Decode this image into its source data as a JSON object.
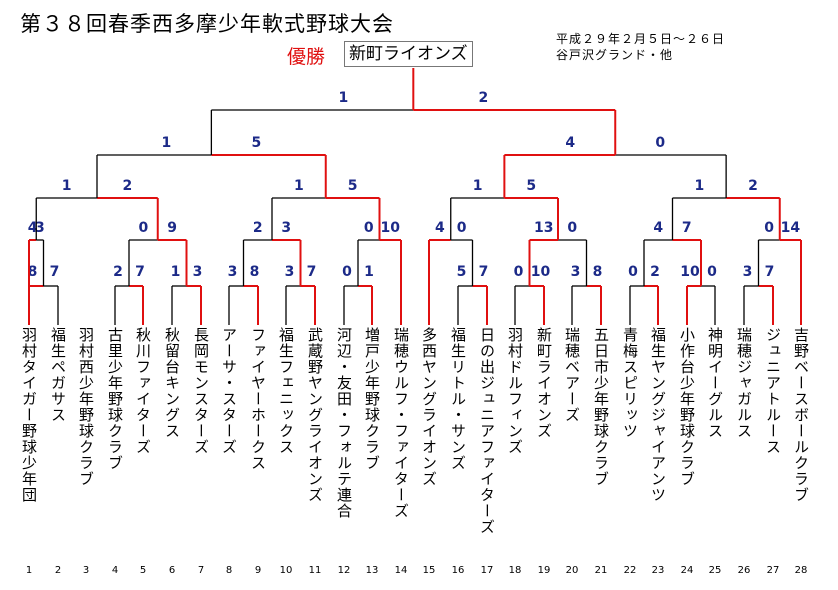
{
  "header": {
    "title": "第３８回春季西多摩少年軟式野球大会",
    "winner_label": "優勝",
    "winner_team": "新町ライオンズ",
    "date": "平成２９年２月５日～２６日",
    "venue": "谷戸沢グランド・他"
  },
  "colors": {
    "win_line": "#e01010",
    "lose_line": "#000000",
    "score": "#1c2a88"
  },
  "teams": [
    {
      "num": "1",
      "name": "羽村タイガー野球少年団"
    },
    {
      "num": "2",
      "name": "福生ペガサス"
    },
    {
      "num": "3",
      "name": "羽村西少年野球クラブ"
    },
    {
      "num": "4",
      "name": "古里少年野球クラブ"
    },
    {
      "num": "5",
      "name": "秋川ファイターズ"
    },
    {
      "num": "6",
      "name": "秋留台キングス"
    },
    {
      "num": "7",
      "name": "長岡モンスターズ"
    },
    {
      "num": "8",
      "name": "アーサ・スターズ"
    },
    {
      "num": "9",
      "name": "ファイヤーホークス"
    },
    {
      "num": "10",
      "name": "福生フェニックス"
    },
    {
      "num": "11",
      "name": "武蔵野ヤングライオンズ"
    },
    {
      "num": "12",
      "name": "河辺・友田・フォルテ連合"
    },
    {
      "num": "13",
      "name": "増戸少年野球クラブ"
    },
    {
      "num": "14",
      "name": "瑞穂ウルフ・ファイターズ"
    },
    {
      "num": "15",
      "name": "多西ヤングライオンズ"
    },
    {
      "num": "16",
      "name": "福生リトル・サンズ"
    },
    {
      "num": "17",
      "name": "日の出ジュニアファイターズ"
    },
    {
      "num": "18",
      "name": "羽村ドルフィンズ"
    },
    {
      "num": "19",
      "name": "新町ライオンズ"
    },
    {
      "num": "20",
      "name": "瑞穂ベアーズ"
    },
    {
      "num": "21",
      "name": "五日市少年野球クラブ"
    },
    {
      "num": "22",
      "name": "青梅スピリッツ"
    },
    {
      "num": "23",
      "name": "福生ヤングジャイアンツ"
    },
    {
      "num": "24",
      "name": "小作台少年野球クラブ"
    },
    {
      "num": "25",
      "name": "神明イーグルス"
    },
    {
      "num": "26",
      "name": "瑞穂ジャガルス"
    },
    {
      "num": "27",
      "name": "ジュニアトルース"
    },
    {
      "num": "28",
      "name": "吉野ベースボールクラブ"
    }
  ],
  "matches": [
    {
      "round": 1,
      "a": 1,
      "b": 2,
      "score_a": "8",
      "score_b": "7",
      "winner": "a"
    },
    {
      "round": 1,
      "a": 4,
      "b": 5,
      "score_a": "2",
      "score_b": "7",
      "winner": "b"
    },
    {
      "round": 1,
      "a": 6,
      "b": 7,
      "score_a": "1",
      "score_b": "3",
      "winner": "b"
    },
    {
      "round": 1,
      "a": 8,
      "b": 9,
      "score_a": "3",
      "score_b": "8",
      "winner": "b"
    },
    {
      "round": 1,
      "a": 10,
      "b": 11,
      "score_a": "3",
      "score_b": "7",
      "winner": "b"
    },
    {
      "round": 1,
      "a": 12,
      "b": 13,
      "score_a": "0",
      "score_b": "1",
      "winner": "b"
    },
    {
      "round": 1,
      "a": 16,
      "b": 17,
      "score_a": "5",
      "score_b": "7",
      "winner": "b"
    },
    {
      "round": 1,
      "a": 18,
      "b": 19,
      "score_a": "0",
      "score_b": "10",
      "winner": "b"
    },
    {
      "round": 1,
      "a": 20,
      "b": 21,
      "score_a": "3",
      "score_b": "8",
      "winner": "b"
    },
    {
      "round": 1,
      "a": 22,
      "b": 23,
      "score_a": "0",
      "score_b": "2",
      "winner": "b"
    },
    {
      "round": 1,
      "a": 24,
      "b": 25,
      "score_a": "10",
      "score_b": "0",
      "winner": "a"
    },
    {
      "round": 1,
      "a": 26,
      "b": 27,
      "score_a": "3",
      "score_b": "7",
      "winner": "b"
    },
    {
      "round": 2,
      "a": "t1",
      "b": "m1",
      "score_a": "4",
      "score_b": "3",
      "winner": "a"
    },
    {
      "round": 2,
      "a": "m2",
      "b": "m3",
      "score_a": "0",
      "score_b": "9",
      "winner": "b"
    },
    {
      "round": 2,
      "a": "m4",
      "b": "m5",
      "score_a": "2",
      "score_b": "3",
      "winner": "b"
    },
    {
      "round": 2,
      "a": "m6",
      "b": "t14",
      "score_a": "0",
      "score_b": "10",
      "winner": "b"
    },
    {
      "round": 2,
      "a": "t15",
      "b": "m7",
      "score_a": "4",
      "score_b": "0",
      "winner": "a"
    },
    {
      "round": 2,
      "a": "m8",
      "b": "m9",
      "score_a": "13",
      "score_b": "0",
      "winner": "a"
    },
    {
      "round": 2,
      "a": "m10",
      "b": "m11",
      "score_a": "4",
      "score_b": "7",
      "winner": "b"
    },
    {
      "round": 2,
      "a": "m12",
      "b": "t28",
      "score_a": "0",
      "score_b": "14",
      "winner": "b"
    },
    {
      "round": 3,
      "a": "r2a",
      "b": "r2b",
      "score_a": "1",
      "score_b": "2",
      "winner": "b"
    },
    {
      "round": 3,
      "a": "r2c",
      "b": "r2d",
      "score_a": "1",
      "score_b": "5",
      "winner": "b"
    },
    {
      "round": 3,
      "a": "r2e",
      "b": "r2f",
      "score_a": "1",
      "score_b": "5",
      "winner": "b"
    },
    {
      "round": 3,
      "a": "r2g",
      "b": "r2h",
      "score_a": "1",
      "score_b": "2",
      "winner": "b"
    },
    {
      "round": 4,
      "a": "qf1",
      "b": "qf2",
      "score_a": "1",
      "score_b": "5",
      "winner": "b"
    },
    {
      "round": 4,
      "a": "qf3",
      "b": "qf4",
      "score_a": "4",
      "score_b": "0",
      "winner": "a"
    },
    {
      "round": 5,
      "a": "sf1",
      "b": "sf2",
      "score_a": "1",
      "score_b": "2",
      "winner": "b"
    }
  ]
}
